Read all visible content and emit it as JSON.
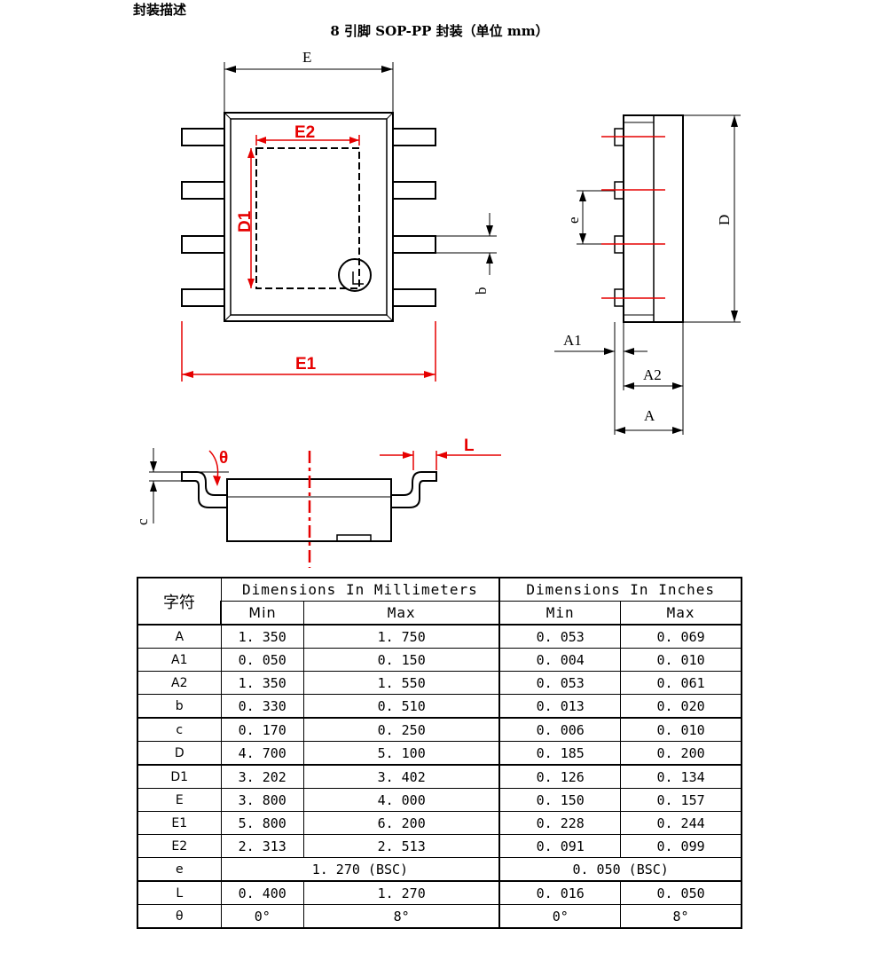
{
  "heading": "封装描述",
  "package_title": "8 引脚 SOP-PP 封装（单位 mm）",
  "diagram_labels": {
    "E": "E",
    "E2": "E2",
    "D1": "D1",
    "E1": "E1",
    "b": "b",
    "e": "e",
    "D": "D",
    "A1": "A1",
    "A2": "A2",
    "A": "A",
    "theta": "θ",
    "L": "L",
    "c": "c"
  },
  "table": {
    "symbol_header": "字符",
    "mm_header": "Dimensions In Millimeters",
    "inch_header": "Dimensions In Inches",
    "min_label": "Min",
    "max_label": "Max",
    "rows": [
      {
        "sym": "A",
        "mm_min": "1. 350",
        "mm_max": "1. 750",
        "in_min": "0. 053",
        "in_max": "0. 069"
      },
      {
        "sym": "A1",
        "mm_min": "0. 050",
        "mm_max": "0. 150",
        "in_min": "0. 004",
        "in_max": "0. 010"
      },
      {
        "sym": "A2",
        "mm_min": "1. 350",
        "mm_max": "1. 550",
        "in_min": "0. 053",
        "in_max": "0. 061"
      },
      {
        "sym": "b",
        "mm_min": "0. 330",
        "mm_max": "0. 510",
        "in_min": "0. 013",
        "in_max": "0. 020"
      },
      {
        "sym": "c",
        "mm_min": "0. 170",
        "mm_max": "0. 250",
        "in_min": "0. 006",
        "in_max": "0. 010"
      },
      {
        "sym": "D",
        "mm_min": "4. 700",
        "mm_max": "5. 100",
        "in_min": "0. 185",
        "in_max": "0. 200"
      },
      {
        "sym": "D1",
        "mm_min": "3. 202",
        "mm_max": "3. 402",
        "in_min": "0. 126",
        "in_max": "0. 134"
      },
      {
        "sym": "E",
        "mm_min": "3. 800",
        "mm_max": "4. 000",
        "in_min": "0. 150",
        "in_max": "0. 157"
      },
      {
        "sym": "E1",
        "mm_min": "5. 800",
        "mm_max": "6. 200",
        "in_min": "0. 228",
        "in_max": "0. 244"
      },
      {
        "sym": "E2",
        "mm_min": "2. 313",
        "mm_max": "2. 513",
        "in_min": "0. 091",
        "in_max": "0. 099"
      }
    ],
    "e_row": {
      "sym": "e",
      "mm": "1. 270 (BSC)",
      "in": "0. 050 (BSC)"
    },
    "L_row": {
      "sym": "L",
      "mm_min": "0. 400",
      "mm_max": "1. 270",
      "in_min": "0. 016",
      "in_max": "0. 050"
    },
    "theta_row": {
      "sym": "θ",
      "mm_min": "0°",
      "mm_max": "8°",
      "in_min": "0°",
      "in_max": "8°"
    }
  },
  "colors": {
    "dimension_red": "#e60000",
    "line": "#000000"
  }
}
